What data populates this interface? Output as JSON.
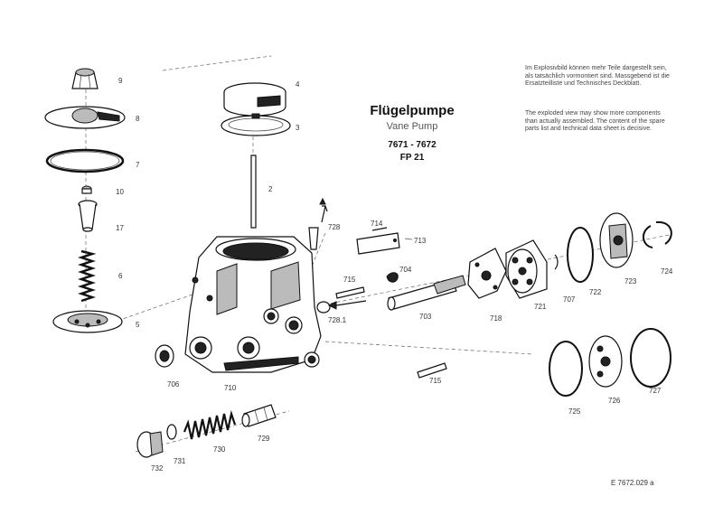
{
  "title": {
    "main": "Flügelpumpe",
    "sub": "Vane Pump",
    "models": "7671 - 7672",
    "type": "FP 21"
  },
  "notes": {
    "de": "Im Explosivbild können mehr Teile dargestellt sein, als tatsächlich vormontiert sind. Massgebend ist die Ersatzteilliste und Technisches Deckblatt.",
    "en": "The exploded view may show more components than actually assembled. The content of the spare parts list and technical data sheet is decisive."
  },
  "drawing_ref": "E 7672.029 a",
  "labels": {
    "p9": "9",
    "p8": "8",
    "p7": "7",
    "p10": "10",
    "p17": "17",
    "p6": "6",
    "p5": "5",
    "p4": "4",
    "p3": "3",
    "p2": "2",
    "p728": "728",
    "p714": "714",
    "p713": "713",
    "p715a": "715",
    "p704": "704",
    "p7281": "728.1",
    "p703": "703",
    "p718": "718",
    "p721": "721",
    "p707": "707",
    "p722": "722",
    "p723": "723",
    "p724": "724",
    "p725": "725",
    "p726": "726",
    "p727": "727",
    "p706": "706",
    "p710": "710",
    "p715b": "715",
    "p732": "732",
    "p731": "731",
    "p730": "730",
    "p729": "729"
  }
}
